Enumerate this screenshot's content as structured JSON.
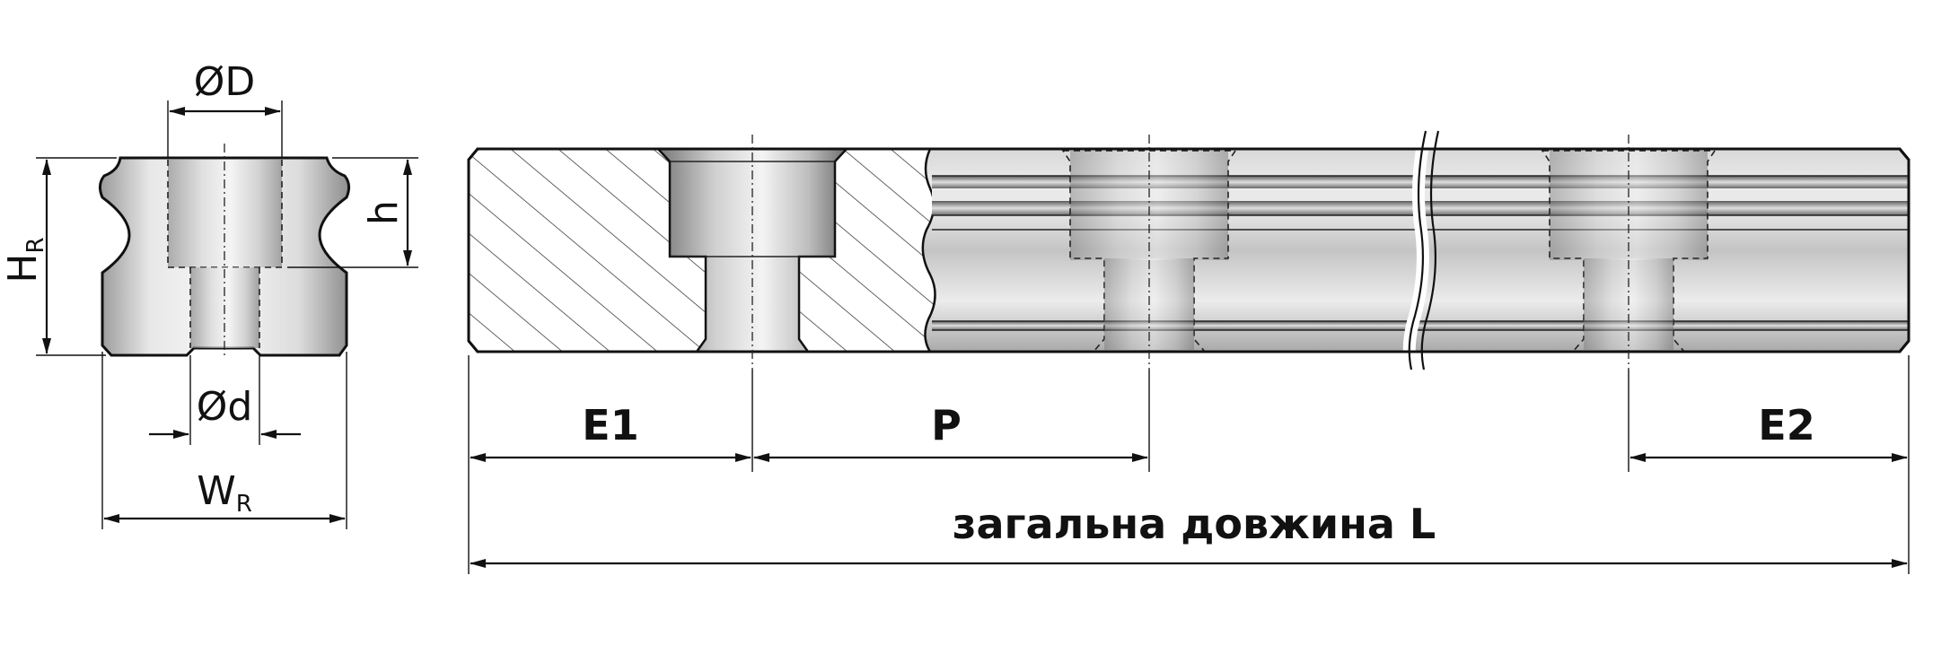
{
  "labels": {
    "bore_large_diameter": "ØD",
    "bore_small_diameter": "Ød",
    "rail_height_main": "H",
    "rail_height_sub": "R",
    "bore_depth": "h",
    "rail_width_main": "W",
    "rail_width_sub": "R",
    "end_distance_1": "E1",
    "pitch": "P",
    "end_distance_2": "E2",
    "total_length": "загальна довжина L"
  },
  "colors": {
    "line": "#111111",
    "steel_light": "#e6e6e6",
    "steel_mid": "#bdbdbd",
    "steel_dark": "#8a8a8a",
    "background": "#ffffff"
  }
}
